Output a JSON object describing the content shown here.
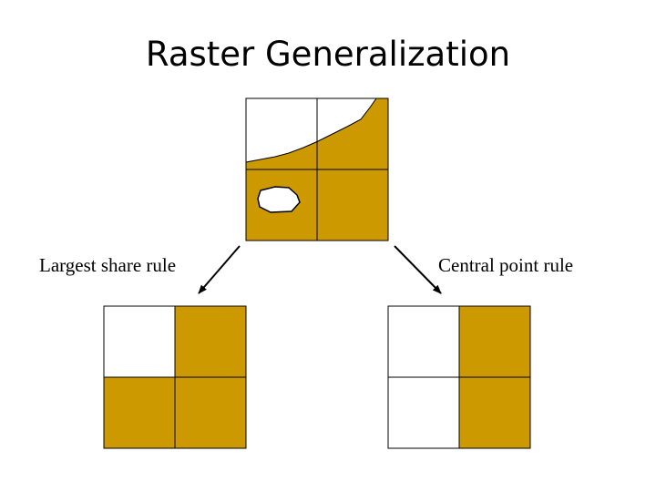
{
  "slide": {
    "title": "Raster Generalization",
    "left_label": "Largest share rule",
    "right_label": "Central point rule"
  },
  "colors": {
    "fill": "#CC9900",
    "empty": "#FFFFFF",
    "stroke": "#000000"
  },
  "grids": {
    "largest_share": [
      [
        "empty",
        "fill"
      ],
      [
        "fill",
        "fill"
      ]
    ],
    "central_point": [
      [
        "empty",
        "fill"
      ],
      [
        "empty",
        "fill"
      ]
    ]
  }
}
